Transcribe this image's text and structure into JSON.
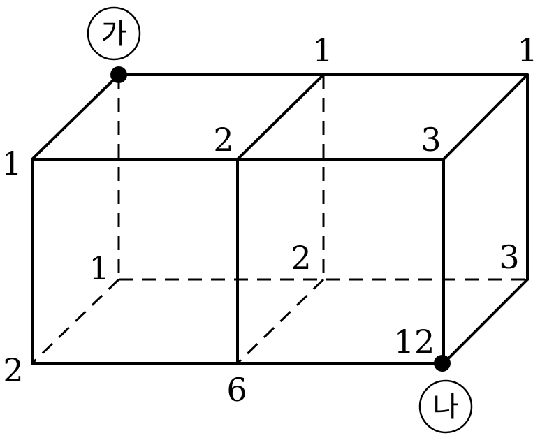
{
  "labels": {
    "start": "가",
    "end": "나"
  },
  "path_counts": {
    "back_top_left": "",
    "back_top_mid": "1",
    "back_top_right": "1",
    "front_top_left": "1",
    "front_top_mid": "2",
    "front_top_right": "3",
    "back_bottom_left": "1",
    "back_bottom_mid": "2",
    "back_bottom_right": "3",
    "front_bottom_left": "2",
    "front_bottom_mid": "6",
    "front_bottom_right": "12"
  }
}
